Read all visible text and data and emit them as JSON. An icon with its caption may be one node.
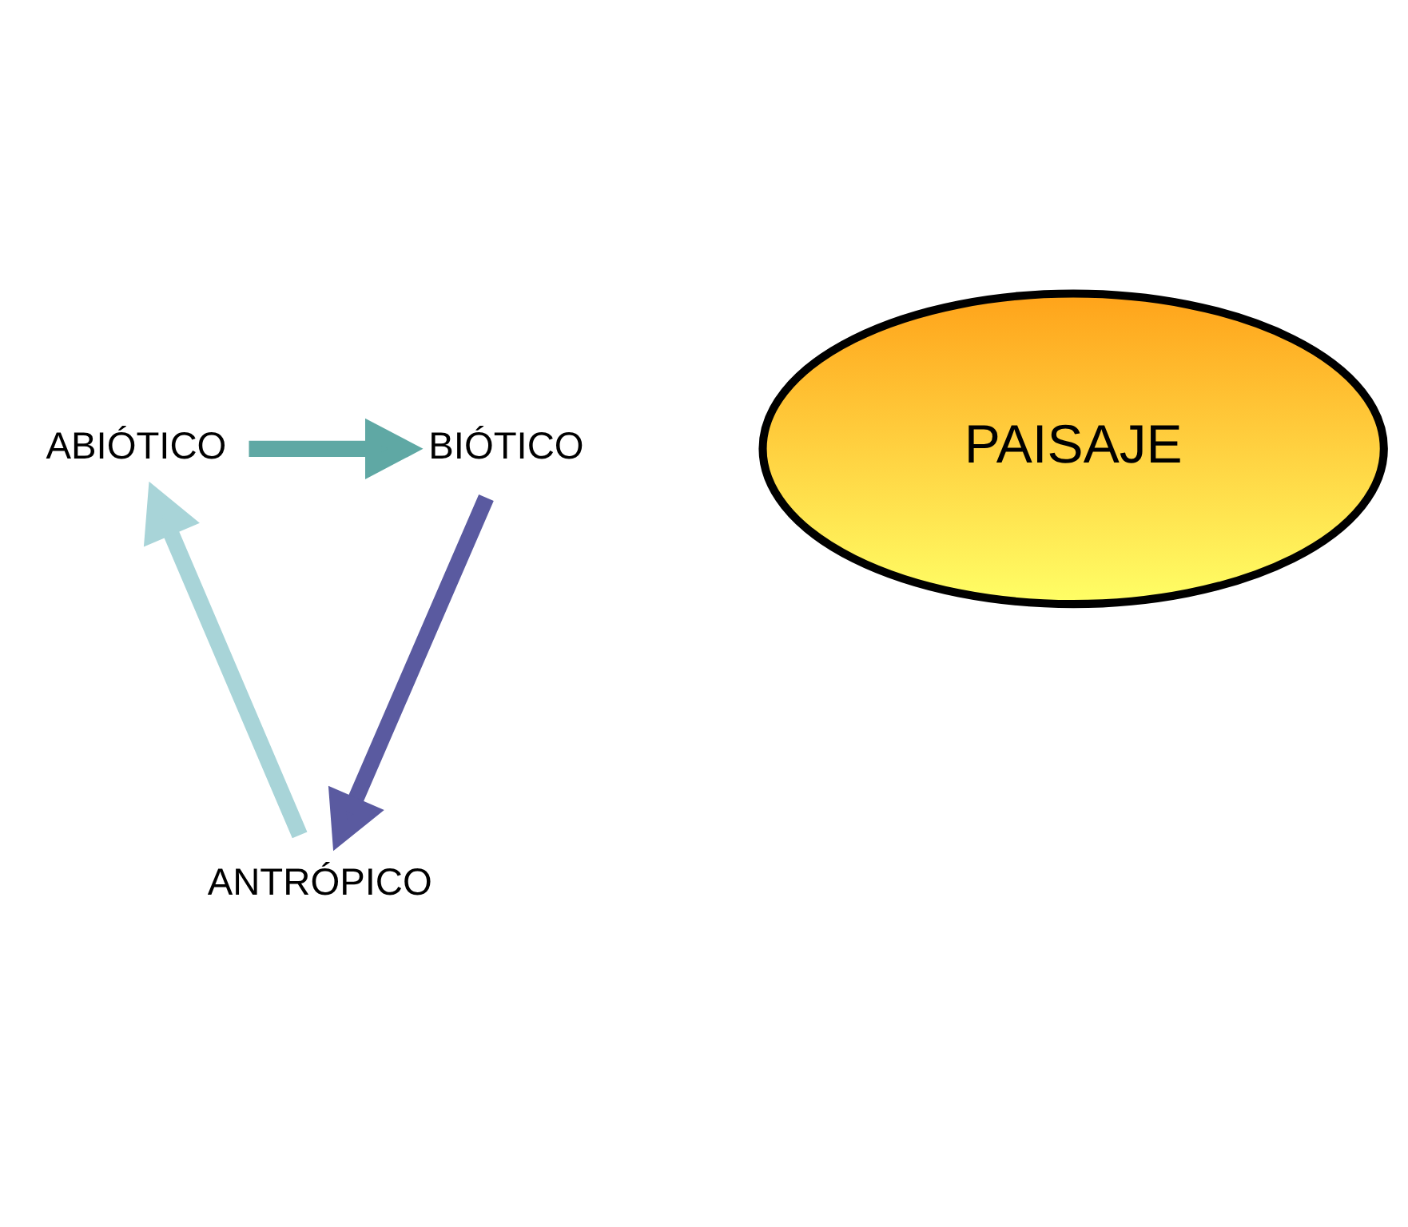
{
  "diagram": {
    "nodes": [
      {
        "text": [
          "ABIÓTICO"
        ]
      },
      {
        "text": [
          "BIÓTICO"
        ]
      },
      {
        "text": [
          "PAISAJE"
        ]
      },
      {
        "text": [
          "ANTRÓPICO"
        ]
      }
    ],
    "edges": [
      {
        "from": 0,
        "to": 1,
        "arrow": "to",
        "color": "#5fa8a4"
      },
      {
        "from": 1,
        "to": 3,
        "arrow": "to",
        "color": "#5a5aa0"
      },
      {
        "from": 3,
        "to": 0,
        "arrow": "to",
        "color": "#a8d4d8"
      }
    ]
  }
}
